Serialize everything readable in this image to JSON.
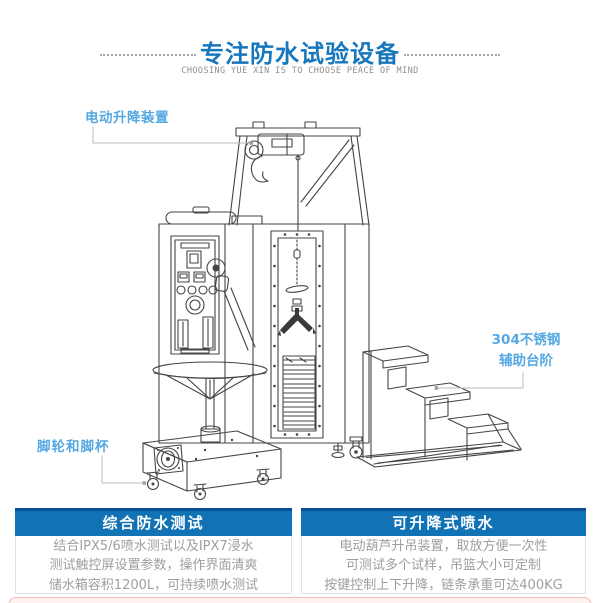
{
  "header": {
    "title": "专注防水试验设备",
    "subtitle": "CHOOSING YUE XIN IS TO CHOOSE PEACE OF MIND"
  },
  "annotations": {
    "hoist": "电动升降装置",
    "stairs_line1": "304不锈钢",
    "stairs_line2": "辅助台阶",
    "casters": "脚轮和脚杯"
  },
  "features": [
    {
      "title": "综合防水测试",
      "lines": [
        "结合IPX5/6喷水测试以及IPX7浸水",
        "测试触控屏设置参数，操作界面清爽",
        "储水箱容积1200L，可持续喷水测试"
      ]
    },
    {
      "title": "可升降式喷水",
      "lines": [
        "电动葫芦升吊装置，取放方便一次性",
        "可测试多个试样，吊篮大小可定制",
        "按键控制上下升降，链条承重可达400KG"
      ]
    }
  ],
  "colors": {
    "title_blue": "#1677bd",
    "label_blue": "#55a8e2",
    "feature_header_blue": "#1172b5",
    "feature_header_top_border": "#0a4f96",
    "body_text_gray": "#9e9e9e",
    "line_art_gray": "#454545",
    "connector_gray": "#b9b9b9",
    "next_section_pink_border": "#f3bcb6",
    "next_section_pink_fill": "#fdf1ef"
  }
}
